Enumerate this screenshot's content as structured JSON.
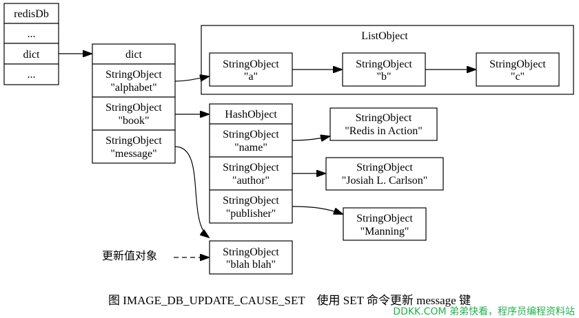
{
  "redisdb": {
    "title": "redisDb",
    "rows": [
      "...",
      "dict",
      "..."
    ]
  },
  "dict": {
    "title": "dict",
    "keys": [
      {
        "type": "StringObject",
        "value": "\"alphabet\""
      },
      {
        "type": "StringObject",
        "value": "\"book\""
      },
      {
        "type": "StringObject",
        "value": "\"message\""
      }
    ]
  },
  "list_object": {
    "title": "ListObject",
    "items": [
      {
        "type": "StringObject",
        "value": "\"a\""
      },
      {
        "type": "StringObject",
        "value": "\"b\""
      },
      {
        "type": "StringObject",
        "value": "\"c\""
      }
    ]
  },
  "hash_object": {
    "title": "HashObject",
    "fields": [
      {
        "type": "StringObject",
        "value": "\"name\""
      },
      {
        "type": "StringObject",
        "value": "\"author\""
      },
      {
        "type": "StringObject",
        "value": "\"publisher\""
      }
    ],
    "values": [
      {
        "type": "StringObject",
        "value": "\"Redis in Action\""
      },
      {
        "type": "StringObject",
        "value": "\"Josiah L. Carlson\""
      },
      {
        "type": "StringObject",
        "value": "\"Manning\""
      }
    ]
  },
  "new_value": {
    "label": "更新值对象",
    "type": "StringObject",
    "value": "\"blah blah\""
  },
  "caption": "图 IMAGE_DB_UPDATE_CAUSE_SET　使用 SET 命令更新 message 键",
  "watermark": "DDKK.COM 弟弟快看，程序员编程资料站"
}
